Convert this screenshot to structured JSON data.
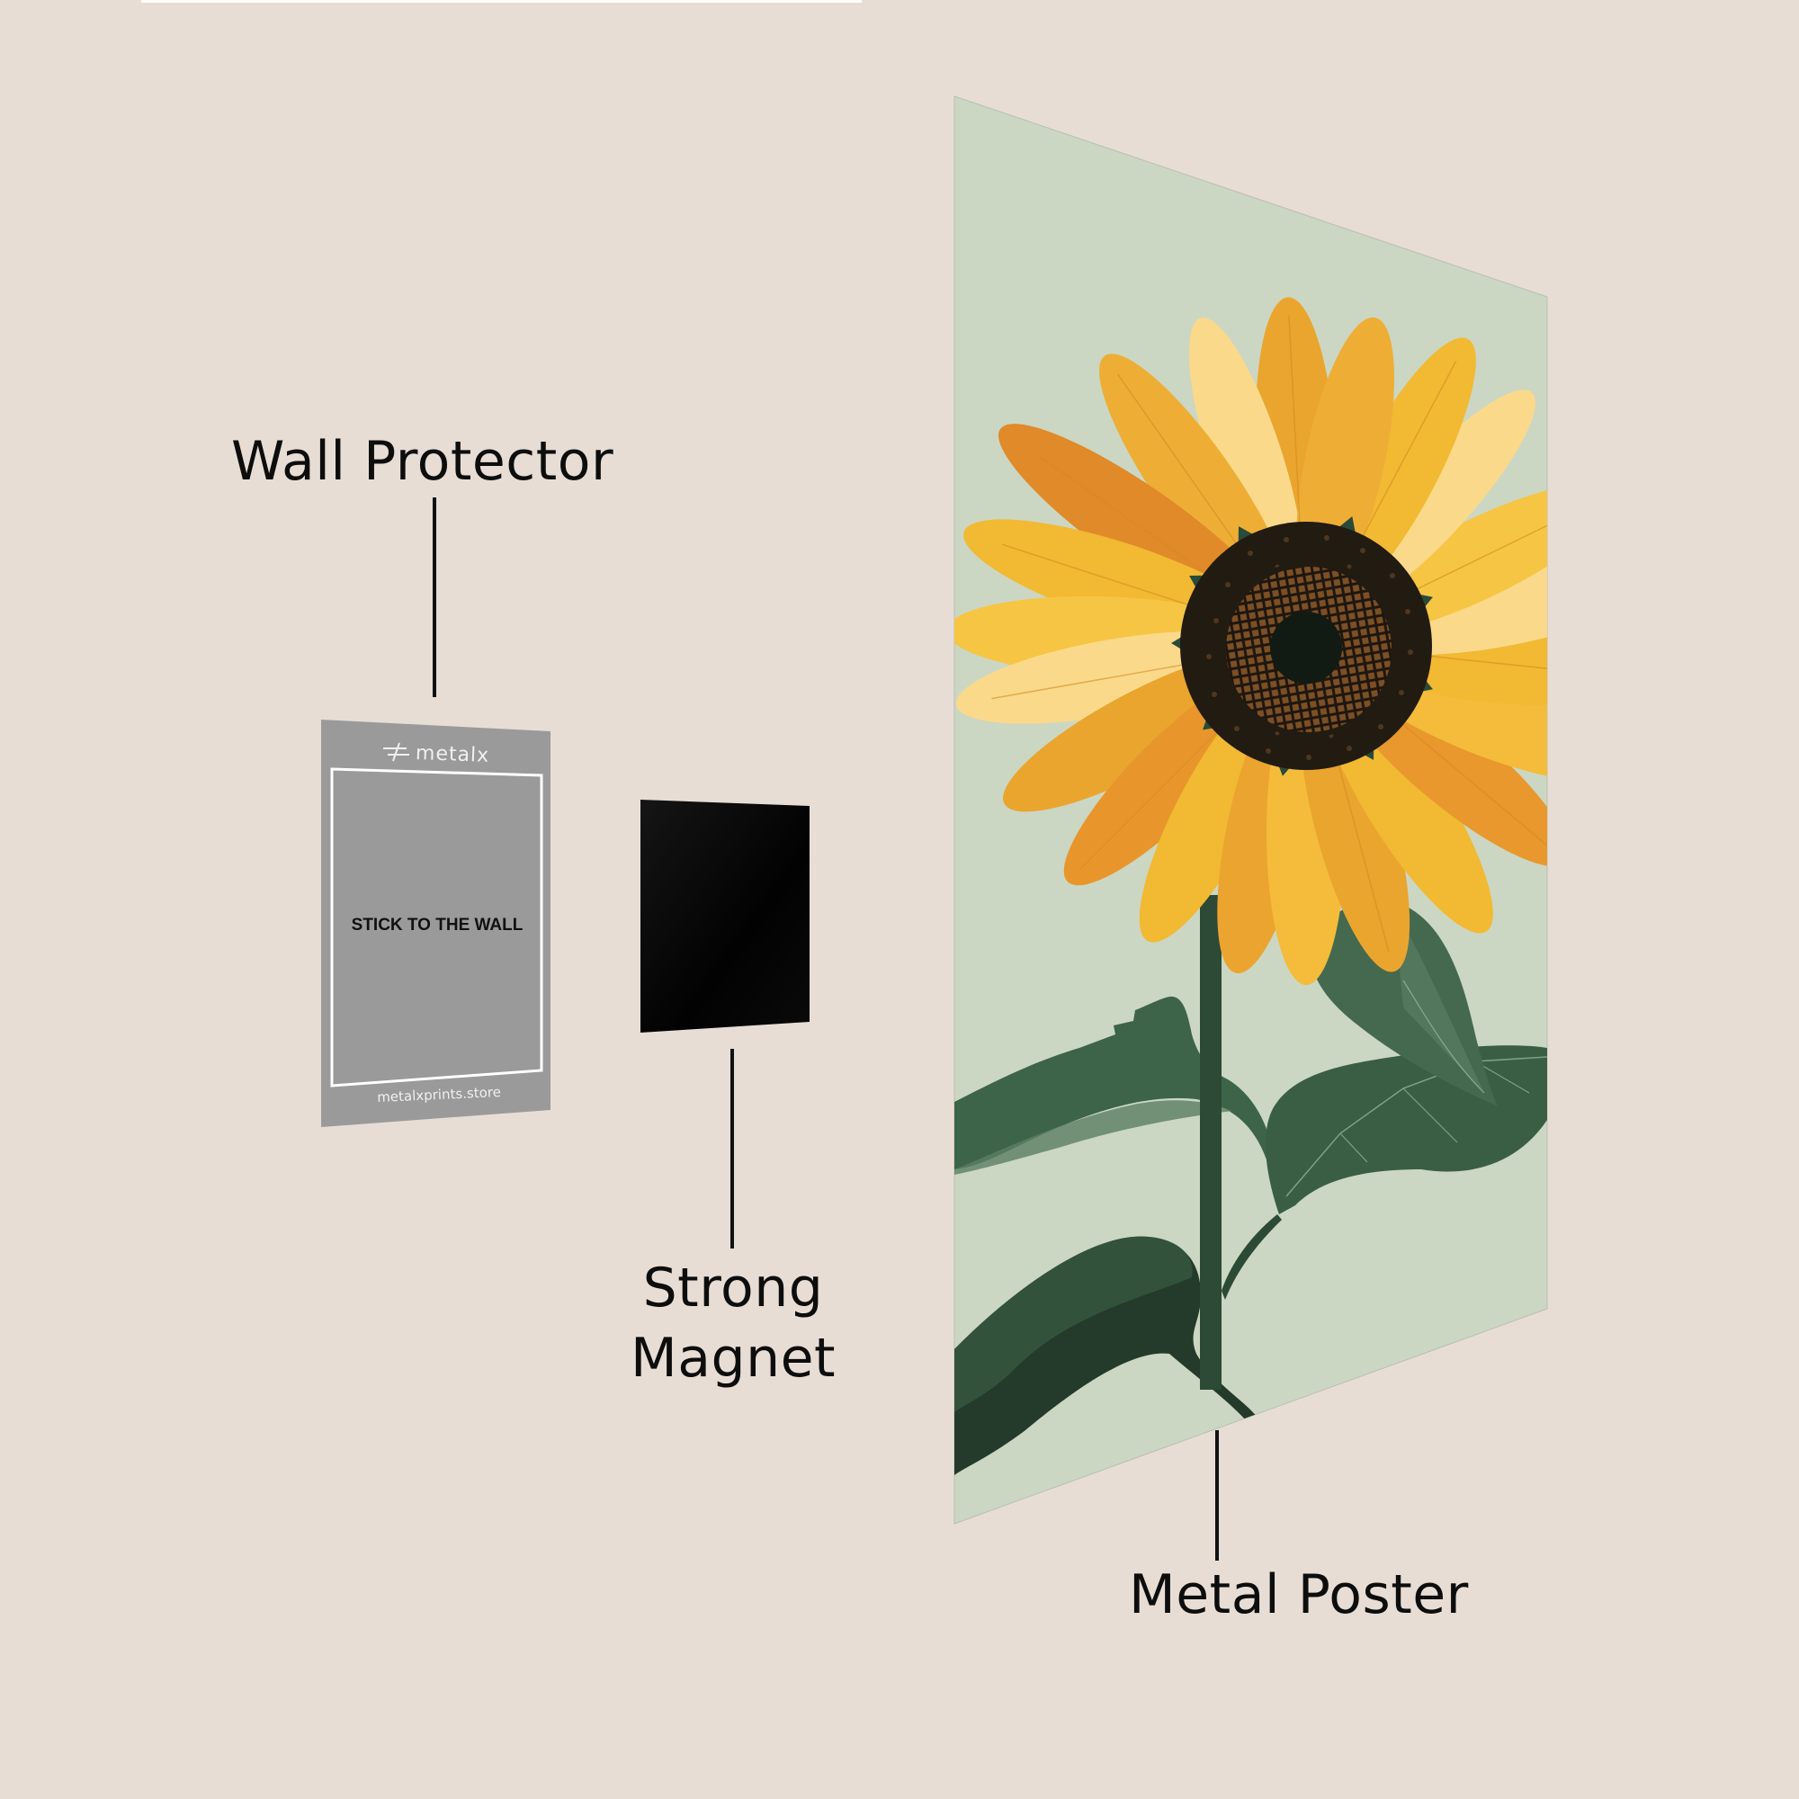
{
  "scene": {
    "background_color": "#e8ddd5",
    "top_strip_color": "#ffffff"
  },
  "labels": {
    "wall_protector": "Wall Protector",
    "strong_magnet_line1": "Strong",
    "strong_magnet_line2": "Magnet",
    "metal_poster": "Metal Poster"
  },
  "wall_protector": {
    "brand_logo_text": "metalx",
    "center_text": "STICK TO THE WALL",
    "footer_text": "metalxprints.store",
    "panel_color": "#9a9a9a",
    "frame_color": "#ffffff",
    "icon": "metalx-logo-icon"
  },
  "magnet": {
    "color": "#050505"
  },
  "poster": {
    "background_color": "#cbd7c3",
    "subject": "sunflower illustration",
    "petal_colors": [
      "#f2b933",
      "#eaa52e",
      "#e08a2a",
      "#fbd98a",
      "#f6c544"
    ],
    "center_colors": {
      "outer": "#211b12",
      "spiral": "#7a4e22",
      "inner": "#121a14"
    },
    "leaf_colors": [
      "#3d6448",
      "#2d4a36",
      "#5a7e62",
      "#1f3326"
    ],
    "stem_color": "#2c4a36"
  }
}
